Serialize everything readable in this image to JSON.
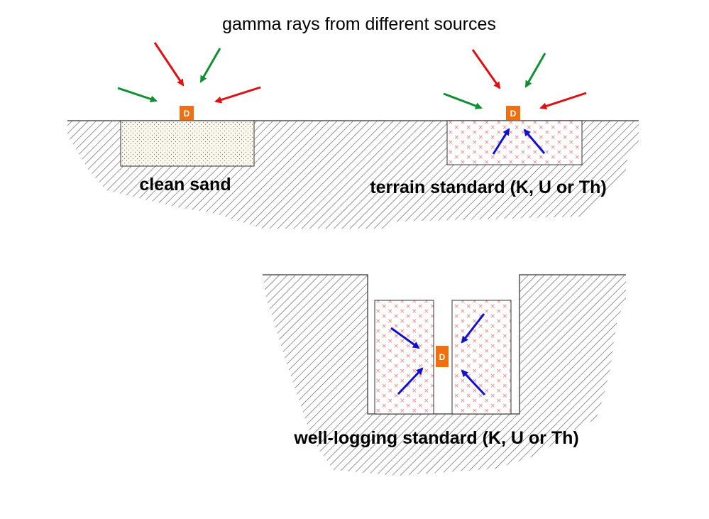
{
  "title": "gamma rays from different sources",
  "detector_label": "D",
  "captions": {
    "clean_sand": "clean sand",
    "terrain_standard": "terrain standard (K, U or Th)",
    "well_logging_standard": "well-logging standard (K, U or Th)"
  },
  "colors": {
    "detector": "#F07010",
    "ray_red": "#E01010",
    "ray_green": "#109030",
    "ray_blue": "#1010D0",
    "source_marks": "#F08080",
    "hatch": "#555555",
    "sand_fill": "#FAF7EC"
  }
}
